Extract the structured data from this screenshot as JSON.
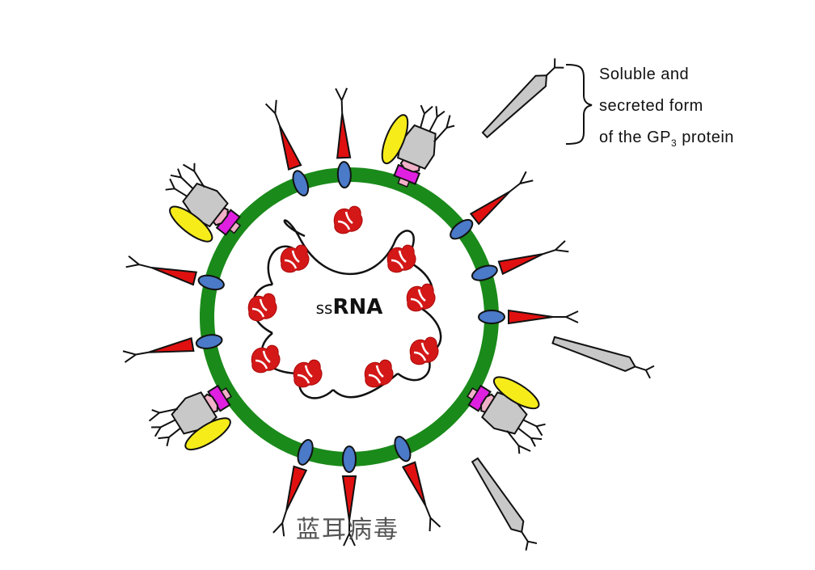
{
  "diagram": {
    "center_label": {
      "prefix": "ss",
      "main": "RNA"
    },
    "legend": {
      "line1": "Soluble and",
      "line2": "secreted form",
      "line3_pre": "of the GP",
      "line3_sub": "3",
      "line3_post": " protein"
    },
    "caption": "蓝耳病毒"
  },
  "colors": {
    "envelope": "#1a8a1a",
    "spike": "#e01010",
    "oval": "#4a7ac8",
    "nucleocapsid": "#d41818",
    "gp_yellow": "#f5ec1a",
    "gp_magenta": "#e020e0",
    "gp_pink": "#f0b0c8",
    "gp_gray": "#c8c8c8"
  },
  "icons": [
    "virion-envelope",
    "spike-protein-icon",
    "nucleocapsid-icon",
    "gp-complex-icon",
    "soluble-gp3-icon",
    "legend-bracket"
  ]
}
